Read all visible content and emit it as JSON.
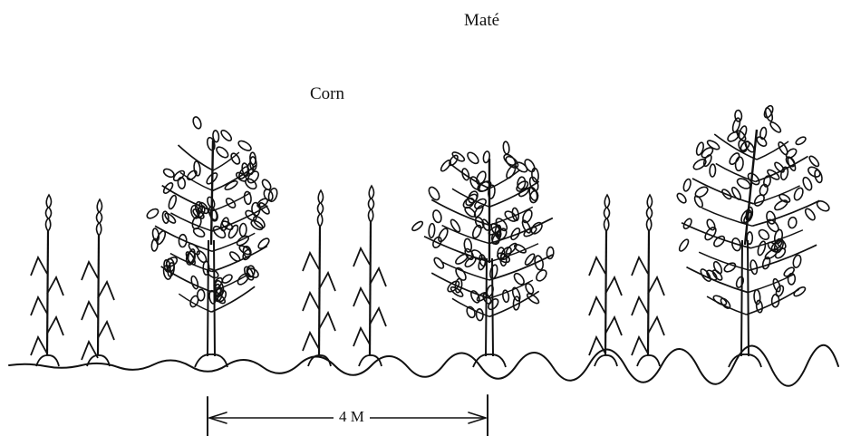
{
  "labels": {
    "mate": "Maté",
    "corn": "Corn",
    "spacing": "4 M"
  },
  "plants": [
    {
      "kind": "corn"
    },
    {
      "kind": "corn"
    },
    {
      "kind": "mate"
    },
    {
      "kind": "corn"
    },
    {
      "kind": "corn"
    },
    {
      "kind": "mate"
    },
    {
      "kind": "corn"
    },
    {
      "kind": "corn"
    },
    {
      "kind": "mate"
    }
  ],
  "colors": {
    "ink": "#111111",
    "background": "#ffffff"
  }
}
